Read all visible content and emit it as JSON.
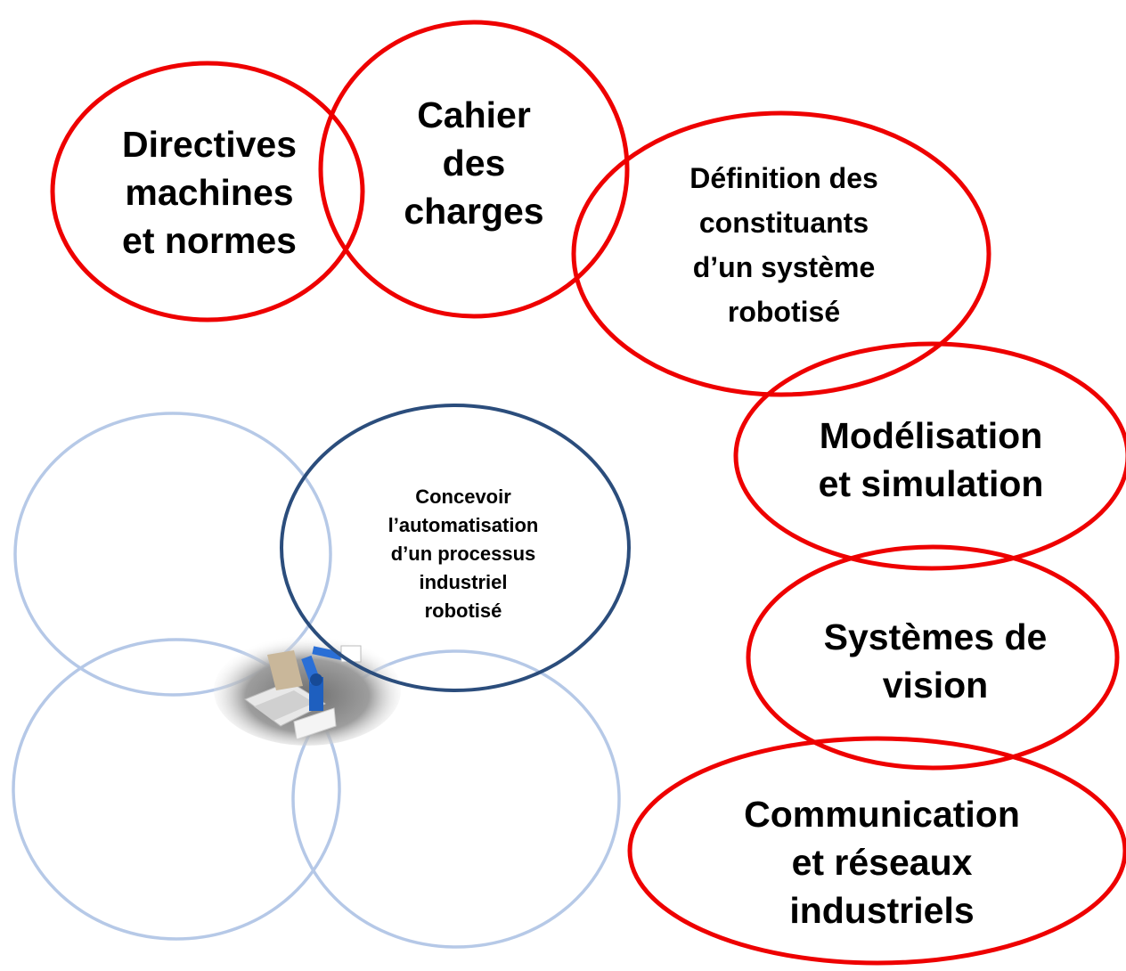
{
  "colors": {
    "red": "#ee0000",
    "navy": "#2b4d7c",
    "light_blue": "#a9bfe3"
  },
  "circles": {
    "directives": {
      "lines": [
        "Directives",
        "machines",
        "et normes"
      ]
    },
    "cahier": {
      "lines": [
        "Cahier",
        "des",
        "charges"
      ]
    },
    "definition": {
      "lines": [
        "Définition des",
        "constituants",
        "d’un système",
        "robotisé"
      ]
    },
    "modelisation": {
      "lines": [
        "Modélisation",
        "et simulation"
      ]
    },
    "vision": {
      "lines": [
        "Systèmes de",
        "vision"
      ]
    },
    "communication": {
      "lines": [
        "Communication",
        "et réseaux",
        "industriels"
      ]
    },
    "concevoir": {
      "lines": [
        "Concevoir",
        "l’automatisation",
        "d’un processus",
        "industriel",
        "robotisé"
      ]
    }
  },
  "robot_image": {
    "icon": "robot-cell-icon"
  }
}
